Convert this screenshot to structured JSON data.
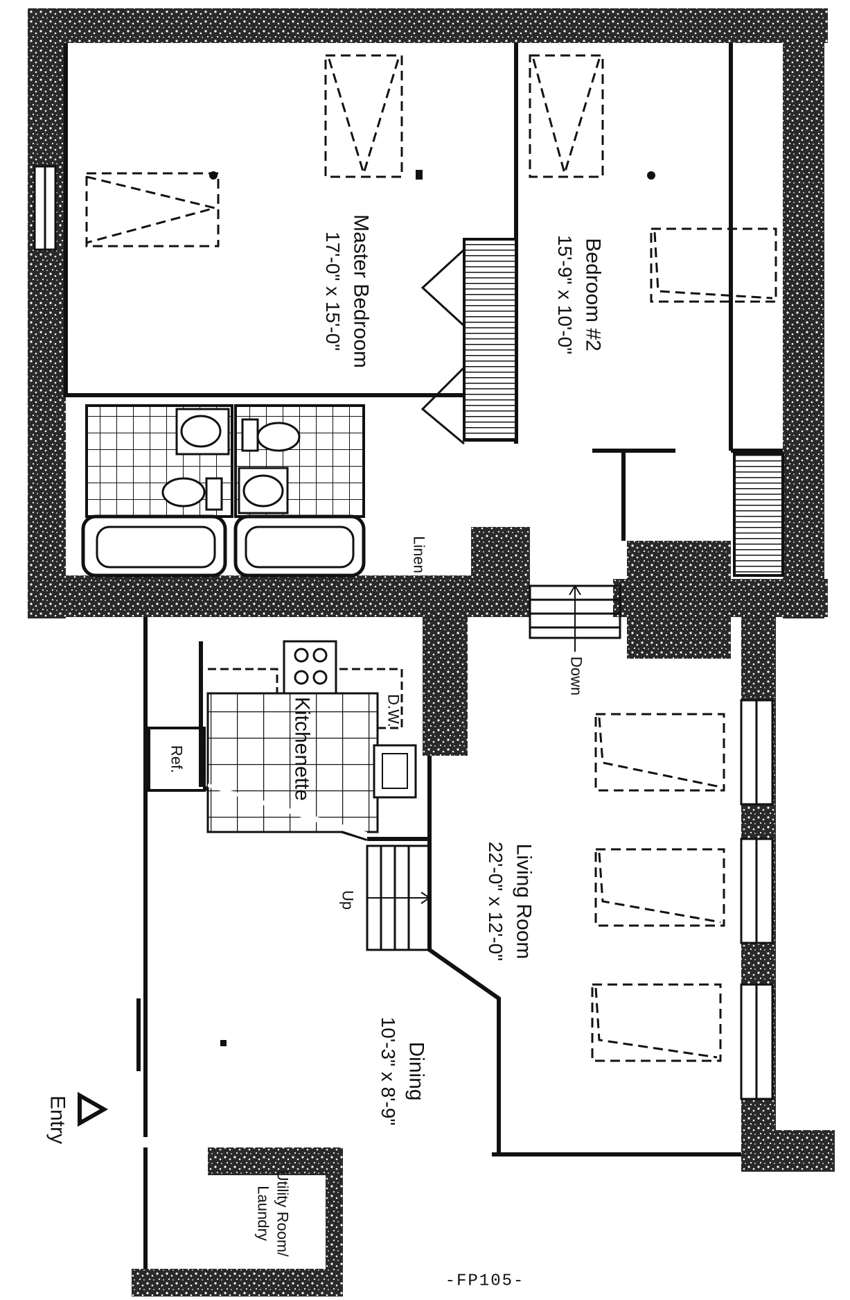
{
  "rooms": {
    "master_bedroom": {
      "name": "Master Bedroom",
      "dims": "17'-0\" x 15'-0\""
    },
    "bedroom2": {
      "name": "Bedroom #2",
      "dims": "15'-9\" x 10'-0\""
    },
    "living_room": {
      "name": "Living Room",
      "dims": "22'-0\" x 12'-0\""
    },
    "dining": {
      "name": "Dining",
      "dims": "10'-3\" x 8'-9\""
    },
    "kitchenette": {
      "name": "Kitchenette"
    },
    "utility": {
      "name": "Utility Room/",
      "sub": "Laundry"
    }
  },
  "labels": {
    "linen": "Linen",
    "down": "Down",
    "up": "Up",
    "dw": "D.W.",
    "ref": "Ref.",
    "entry": "Entry"
  },
  "plan_code": "-FP105-",
  "colors": {
    "ink": "#111111",
    "paper": "#ffffff"
  }
}
